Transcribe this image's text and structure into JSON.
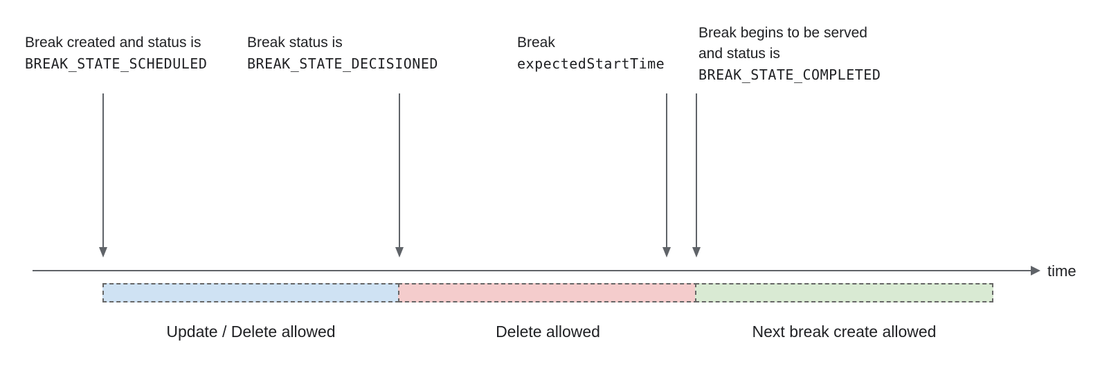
{
  "annotations": [
    {
      "text": "Break created and status is",
      "code": "BREAK_STATE_SCHEDULED"
    },
    {
      "text": "Break status is",
      "code": "BREAK_STATE_DECISIONED"
    },
    {
      "text": "Break",
      "code": "expectedStartTime"
    },
    {
      "text": "Break begins to be served",
      "text2": "and status is",
      "code": "BREAK_STATE_COMPLETED"
    }
  ],
  "timeline": {
    "axis_label": "time"
  },
  "segments": [
    {
      "color": "#cfe2f3",
      "label": "Update / Delete allowed"
    },
    {
      "color": "#f4cccc",
      "label": "Delete allowed"
    },
    {
      "color": "#d9ead3",
      "label": "Next break create allowed"
    }
  ],
  "colors": {
    "arrow_and_axis": "#5f6368",
    "segment_border": "#666666",
    "text": "#202124",
    "background": "#ffffff"
  }
}
